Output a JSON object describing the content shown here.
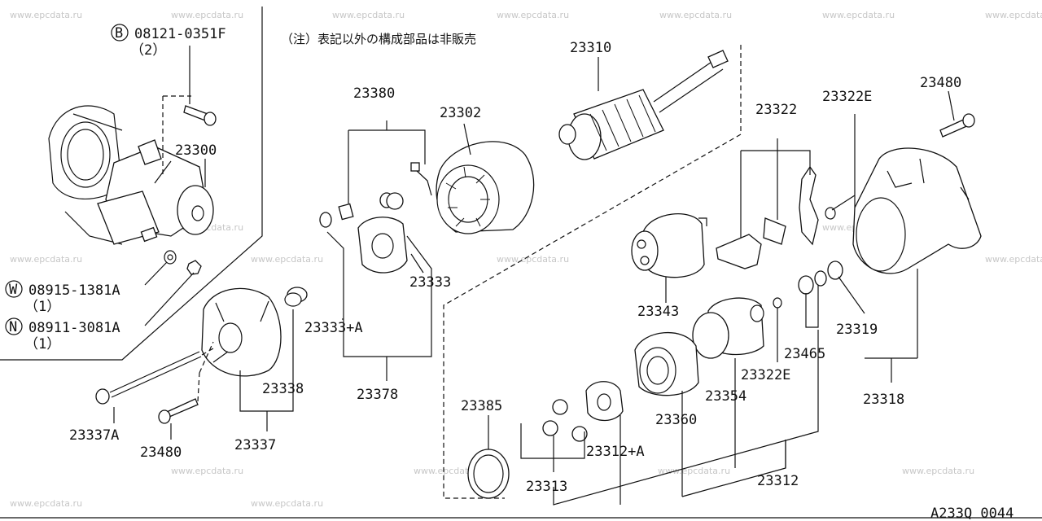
{
  "watermark": "www.epcdata.ru",
  "note": "（注）表記以外の構成部品は非販売",
  "footer_code": "A233Q 0044",
  "bolts": [
    {
      "key": "bolt-b",
      "symbol": "B",
      "part": "08121-0351F",
      "qty": "（2）"
    },
    {
      "key": "washer-w",
      "symbol": "W",
      "part": "08915-1381A",
      "qty": "（1）"
    },
    {
      "key": "nut-n",
      "symbol": "N",
      "part": "08911-3081A",
      "qty": "（1）"
    }
  ],
  "labels": {
    "p23300": "23300",
    "p23310": "23310",
    "p23380": "23380",
    "p23302": "23302",
    "p23322": "23322",
    "p23322E_top": "23322E",
    "p23480_top": "23480",
    "p23333": "23333",
    "p23333A": "23333+A",
    "p23378": "23378",
    "p23343": "23343",
    "p23319": "23319",
    "p23465": "23465",
    "p23322E_mid": "23322E",
    "p23354": "23354",
    "p23318": "23318",
    "p23338": "23338",
    "p23337A": "23337A",
    "p23480_bot": "23480",
    "p23337": "23337",
    "p23385": "23385",
    "p23360": "23360",
    "p23312A": "23312+A",
    "p23313": "23313",
    "p23312": "23312"
  }
}
